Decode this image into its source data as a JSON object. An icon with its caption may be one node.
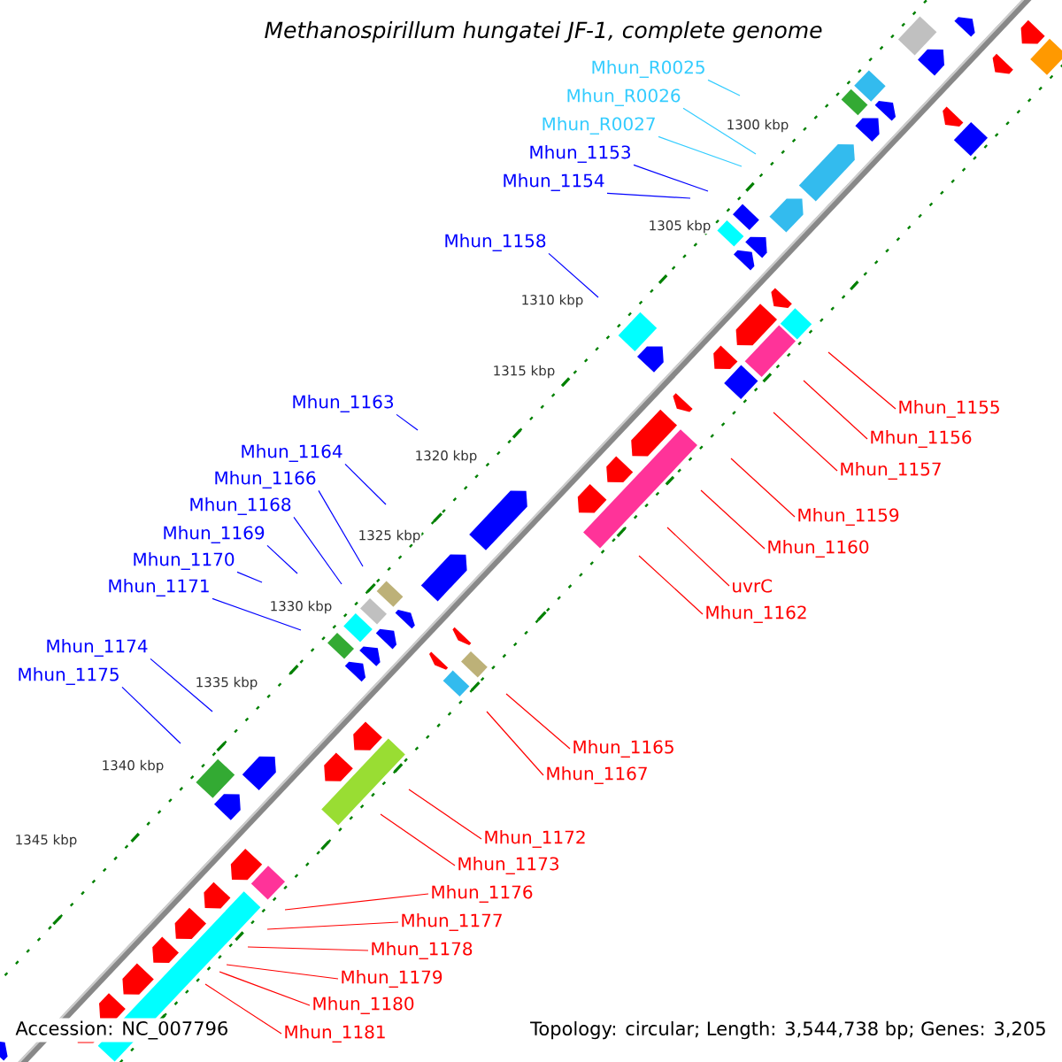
{
  "diagram": {
    "title": "Methanospirillum hungatei JF-1, complete genome",
    "nodes": [
      {
        "text": [
          "Mhun_R0025"
        ]
      },
      {
        "text": [
          "Mhun_R0026"
        ]
      },
      {
        "text": [
          "Mhun_R0027"
        ]
      },
      {
        "text": [
          "Mhun_1153"
        ]
      },
      {
        "text": [
          "Mhun_1154"
        ]
      },
      {
        "text": [
          "Mhun_1158"
        ]
      },
      {
        "text": [
          "Mhun_1163"
        ]
      },
      {
        "text": [
          "Mhun_1155"
        ]
      },
      {
        "text": [
          "Mhun_1156"
        ]
      },
      {
        "text": [
          "Mhun_1164"
        ]
      },
      {
        "text": [
          "Mhun_1157"
        ]
      },
      {
        "text": [
          "Mhun_1166"
        ]
      },
      {
        "text": [
          "Mhun_1168"
        ]
      },
      {
        "text": [
          "Mhun_1159"
        ]
      },
      {
        "text": [
          "Mhun_1169"
        ]
      },
      {
        "text": [
          "Mhun_1160"
        ]
      },
      {
        "text": [
          "Mhun_1170"
        ]
      },
      {
        "text": [
          "Mhun_1171"
        ]
      },
      {
        "text": [
          "uvrC"
        ]
      },
      {
        "text": [
          "Mhun_1162"
        ]
      },
      {
        "text": [
          "Mhun_1174"
        ]
      },
      {
        "text": [
          "Mhun_1175"
        ]
      },
      {
        "text": [
          "Mhun_1165"
        ]
      },
      {
        "text": [
          "Mhun_1167"
        ]
      },
      {
        "text": [
          "Mhun_1172"
        ]
      },
      {
        "text": [
          "Mhun_1173"
        ]
      },
      {
        "text": [
          "Mhun_1176"
        ]
      },
      {
        "text": [
          "Mhun_1177"
        ]
      },
      {
        "text": [
          "Mhun_1178"
        ]
      },
      {
        "text": [
          "Mhun_1179"
        ]
      },
      {
        "text": [
          "Mhun_1180"
        ]
      },
      {
        "text": [
          "Mhun_1181"
        ]
      }
    ],
    "edges": [
      {
        "from": 0,
        "to": null,
        "arrow": "none",
        "color": "#33ccff"
      },
      {
        "from": 1,
        "to": null,
        "arrow": "none",
        "color": "#33ccff"
      },
      {
        "from": 2,
        "to": null,
        "arrow": "none",
        "color": "#33ccff"
      },
      {
        "from": 3,
        "to": null,
        "arrow": "none",
        "color": "#0000ff"
      },
      {
        "from": 4,
        "to": null,
        "arrow": "none",
        "color": "#0000ff"
      },
      {
        "from": 5,
        "to": null,
        "arrow": "none",
        "color": "#0000ff"
      },
      {
        "from": 6,
        "to": null,
        "arrow": "none",
        "color": "#0000ff"
      },
      {
        "from": 7,
        "to": null,
        "arrow": "none"
      },
      {
        "from": 8,
        "to": null,
        "arrow": "none"
      },
      {
        "from": 9,
        "to": null,
        "arrow": "none",
        "color": "#0000ff"
      },
      {
        "from": 10,
        "to": null,
        "arrow": "none"
      },
      {
        "from": 11,
        "to": null,
        "arrow": "none",
        "color": "#0000ff"
      },
      {
        "from": 12,
        "to": null,
        "arrow": "none",
        "color": "#0000ff"
      },
      {
        "from": 13,
        "to": null,
        "arrow": "none"
      },
      {
        "from": 14,
        "to": null,
        "arrow": "none",
        "color": "#0000ff"
      },
      {
        "from": 15,
        "to": null,
        "arrow": "none"
      },
      {
        "from": 16,
        "to": null,
        "arrow": "none",
        "color": "#0000ff"
      },
      {
        "from": 17,
        "to": null,
        "arrow": "none",
        "color": "#0000ff"
      },
      {
        "from": 18,
        "to": null,
        "arrow": "none"
      },
      {
        "from": 19,
        "to": null,
        "arrow": "none"
      },
      {
        "from": 20,
        "to": null,
        "arrow": "none",
        "color": "#0000ff"
      },
      {
        "from": 21,
        "to": null,
        "arrow": "none",
        "color": "#0000ff"
      },
      {
        "from": 22,
        "to": null,
        "arrow": "none"
      },
      {
        "from": 23,
        "to": null,
        "arrow": "none"
      },
      {
        "from": 24,
        "to": null,
        "arrow": "none"
      },
      {
        "from": 25,
        "to": null,
        "arrow": "none"
      },
      {
        "from": 26,
        "to": null,
        "arrow": "none"
      },
      {
        "from": 27,
        "to": null,
        "arrow": "none"
      },
      {
        "from": 28,
        "to": null,
        "arrow": "none"
      },
      {
        "from": 29,
        "to": null,
        "arrow": "none"
      },
      {
        "from": 30,
        "to": null,
        "arrow": "none"
      },
      {
        "from": 31,
        "to": null,
        "arrow": "none"
      }
    ],
    "labels": [
      "1300 kbp",
      "1305 kbp",
      "1310 kbp",
      "1315 kbp",
      "1320 kbp",
      "1325 kbp",
      "1330 kbp",
      "1335 kbp",
      "1340 kbp",
      "1345 kbp",
      "Accession: NC_007796",
      "Topology: circular; Length: 3,544,738 bp; Genes: 3,205"
    ]
  }
}
